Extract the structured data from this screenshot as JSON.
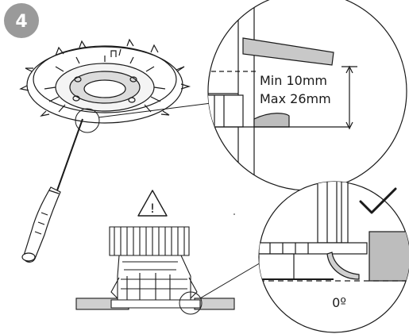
{
  "step": {
    "number": "4",
    "badge_color": "#9a9a9a"
  },
  "callout_top": {
    "min_label": "Min 10mm",
    "max_label": "Max 26mm"
  },
  "callout_bottom": {
    "angle_label": "0º"
  },
  "warning": {
    "symbol": "!",
    "icon": "warning-triangle-icon"
  },
  "check": {
    "icon": "checkmark-icon"
  },
  "colors": {
    "line": "#1a1a1a",
    "grey_fill": "#bdbdbd",
    "light_grey": "#d9d9d9"
  }
}
